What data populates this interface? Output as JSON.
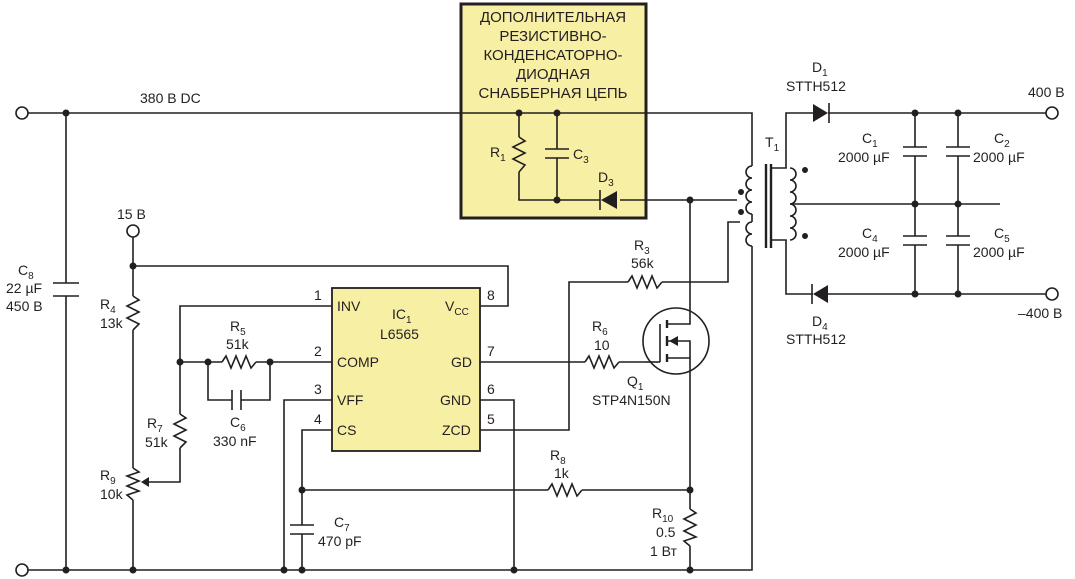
{
  "snubber_box": {
    "lines": [
      "ДОПОЛНИТЕЛЬНАЯ",
      "РЕЗИСТИВНО-",
      "КОНДЕНСАТОРНО-",
      "ДИОДНАЯ",
      "СНАББЕРНАЯ ЦЕПЬ"
    ],
    "fill": "#f7efa3"
  },
  "ic": {
    "fill": "#f7efa3"
  },
  "labels": {
    "input_voltage": "380 В DC",
    "out_pos": "400 В",
    "out_neg": "–400 В",
    "supply_15v": "15 В",
    "r1": "R",
    "r1_sub": "1",
    "c3": "C",
    "c3_sub": "3",
    "d3": "D",
    "d3_sub": "3",
    "t1": "T",
    "t1_sub": "1",
    "d1": "D",
    "d1_sub": "1",
    "d1_part": "STTH512",
    "d4": "D",
    "d4_sub": "4",
    "d4_part": "STTH512",
    "c1": "C",
    "c1_sub": "1",
    "c1_val": "2000 µF",
    "c2": "C",
    "c2_sub": "2",
    "c2_val": "2000 µF",
    "c4": "C",
    "c4_sub": "4",
    "c4_val": "2000 µF",
    "c5": "C",
    "c5_sub": "5",
    "c5_val": "2000 µF",
    "c8": "C",
    "c8_sub": "8",
    "c8_val1": "22 µF",
    "c8_val2": "450 В",
    "r4": "R",
    "r4_sub": "4",
    "r4_val": "13k",
    "r7": "R",
    "r7_sub": "7",
    "r7_val": "51k",
    "r9": "R",
    "r9_sub": "9",
    "r9_val": "10k",
    "r5": "R",
    "r5_sub": "5",
    "r5_val": "51k",
    "c6": "C",
    "c6_sub": "6",
    "c6_val": "330 nF",
    "r3": "R",
    "r3_sub": "3",
    "r3_val": "56k",
    "r6": "R",
    "r6_sub": "6",
    "r6_val": "10",
    "q1": "Q",
    "q1_sub": "1",
    "q1_part": "STP4N150N",
    "r8": "R",
    "r8_sub": "8",
    "r8_val": "1k",
    "r10": "R",
    "r10_sub": "10",
    "r10_val1": "0.5",
    "r10_val2": "1 Вт",
    "c7": "C",
    "c7_sub": "7",
    "c7_val": "470 pF",
    "ic1": "IC",
    "ic1_sub": "1",
    "ic1_part": "L6565",
    "pin_inv": "INV",
    "pin_comp": "COMP",
    "pin_vff": "VFF",
    "pin_cs": "CS",
    "pin_vcc": "V",
    "pin_vcc_sub": "CC",
    "pin_gd": "GD",
    "pin_gnd": "GND",
    "pin_zcd": "ZCD",
    "pin1": "1",
    "pin2": "2",
    "pin3": "3",
    "pin4": "4",
    "pin5": "5",
    "pin6": "6",
    "pin7": "7",
    "pin8": "8"
  }
}
